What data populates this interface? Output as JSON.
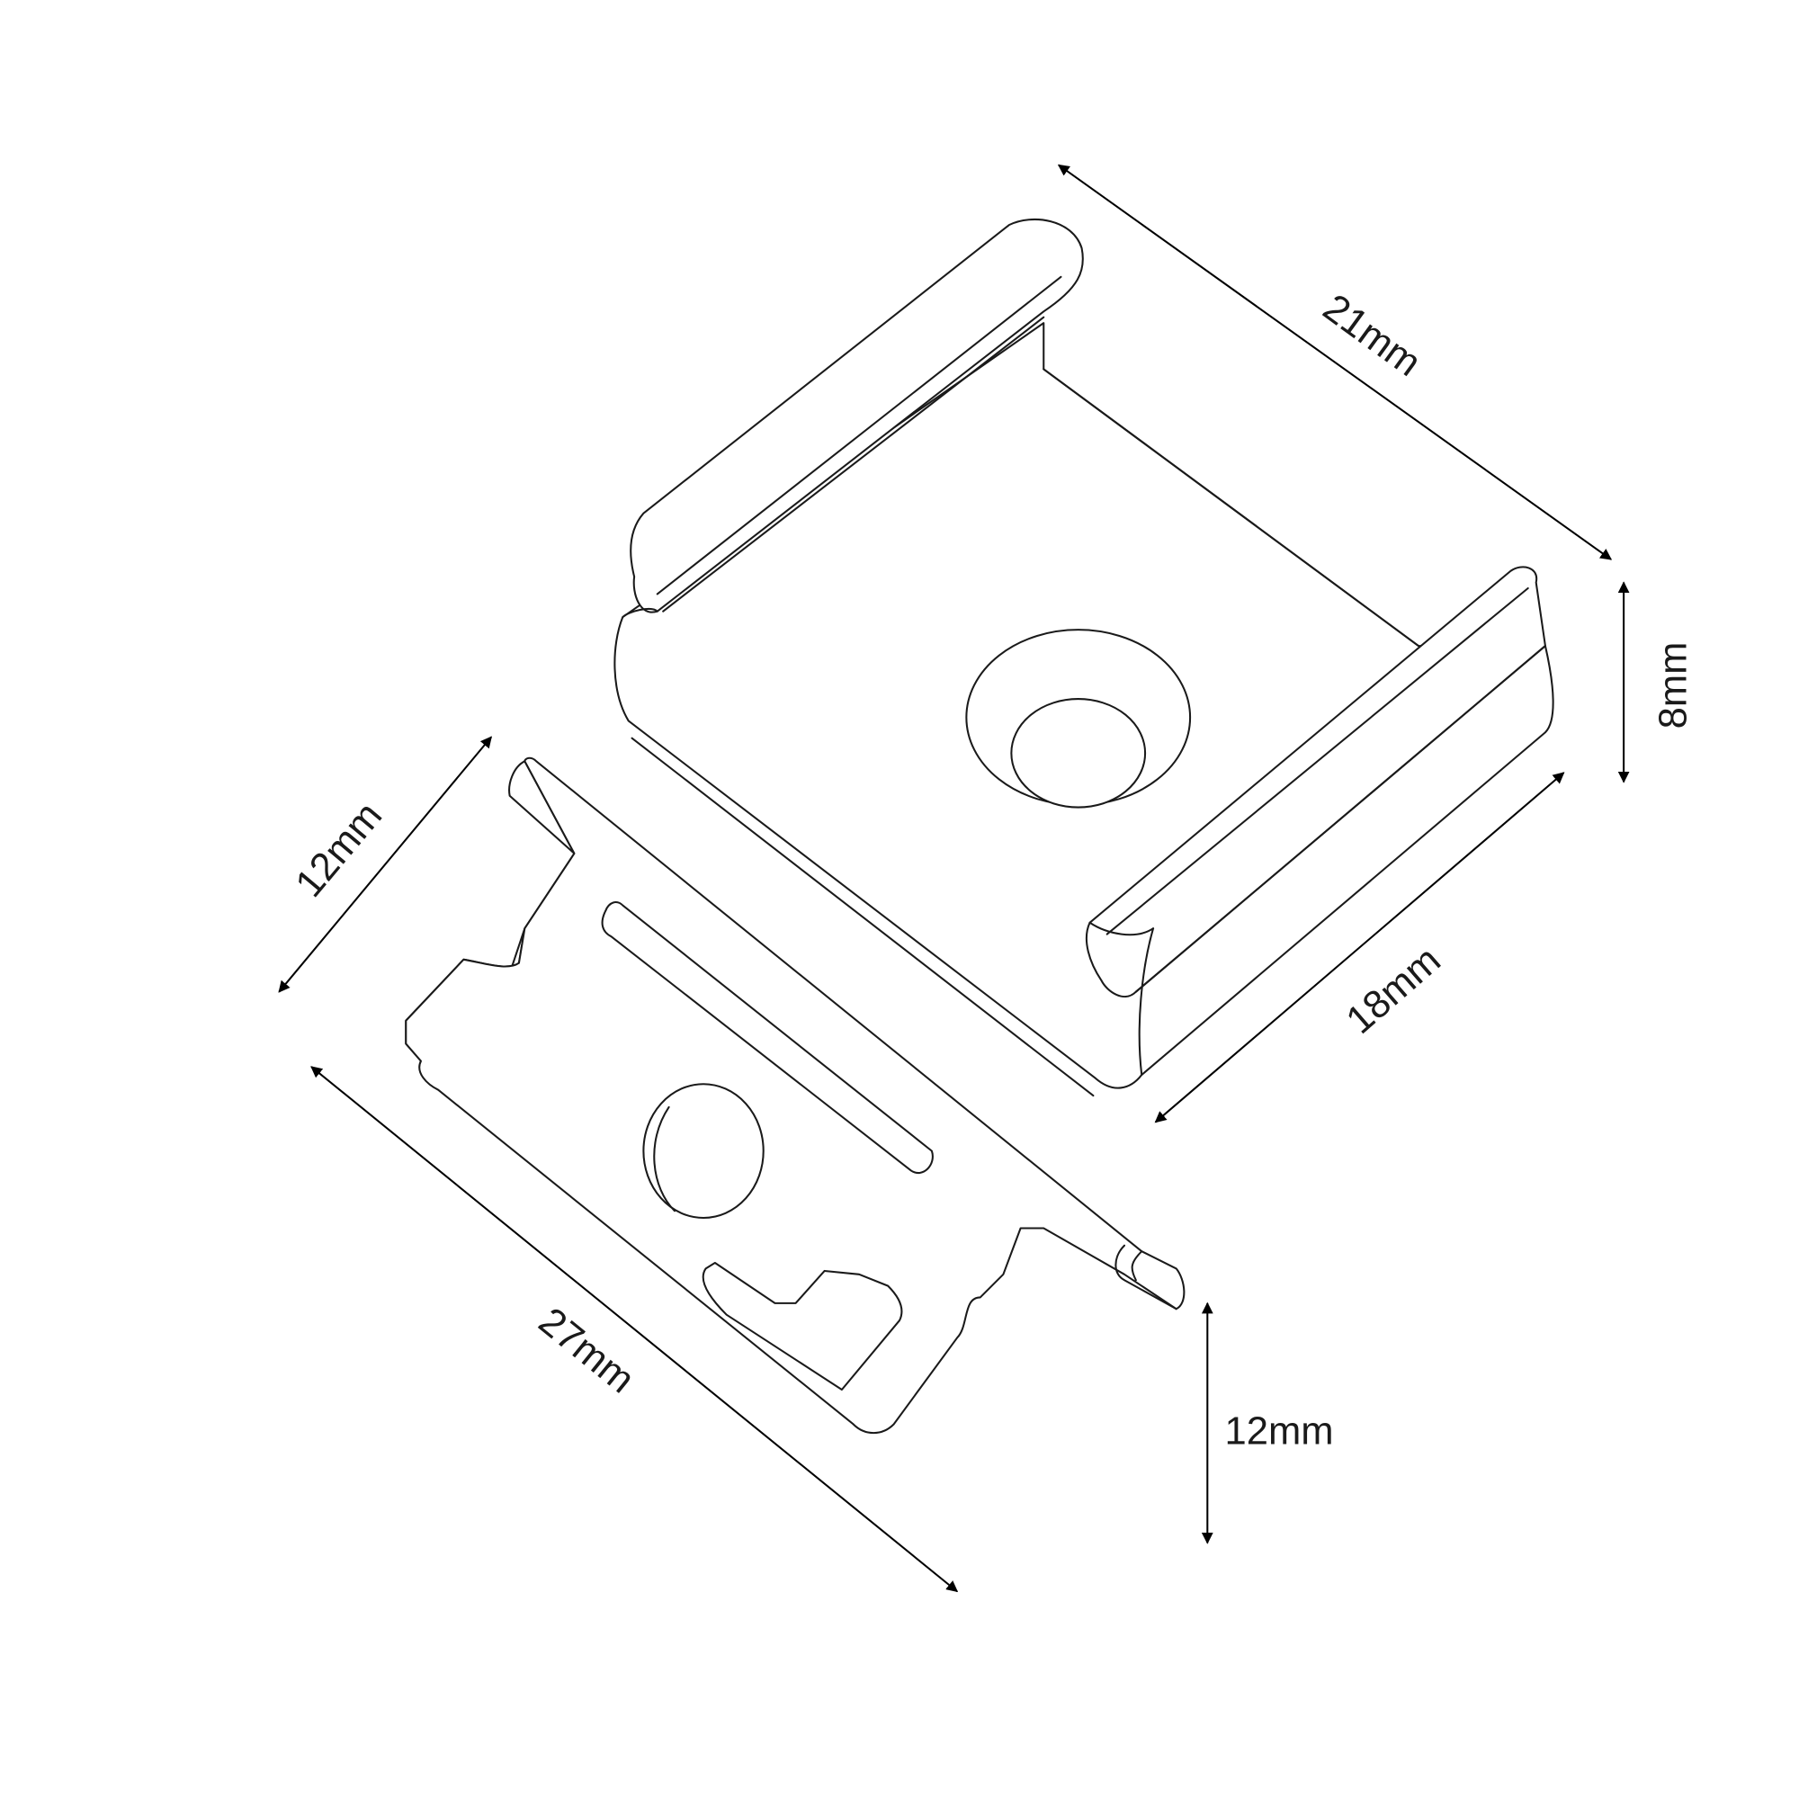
{
  "dimensions": {
    "top_clip_length": "21mm",
    "top_clip_height": "8mm",
    "top_clip_width": "18mm",
    "bottom_clip_width": "12mm",
    "bottom_clip_length": "27mm",
    "bottom_clip_height": "12mm"
  },
  "colors": {
    "line": "#1a1a1a",
    "background": "#ffffff"
  }
}
